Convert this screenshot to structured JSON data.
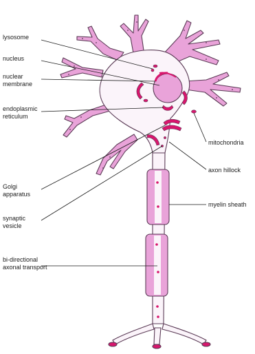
{
  "colors": {
    "membrane": "#e9a3d9",
    "cytoplasm": "#fbf4fa",
    "organelle": "#d8166d",
    "outline": "#5a3a55",
    "text": "#1a1a1a"
  },
  "labels": {
    "lysosome": "lysosome",
    "nucleus": "nucleus",
    "nuclear_membrane_1": "nuclear",
    "nuclear_membrane_2": "membrane",
    "er_1": "endoplasmic",
    "er_2": "reticulum",
    "mitochondria": "mitochondria",
    "axon_hillock": "axon hillock",
    "golgi_1": "Golgi",
    "golgi_2": "apparatus",
    "myelin_sheath": "myelin sheath",
    "synaptic_1": "synaptic",
    "synaptic_2": "vesicle",
    "transport_1": "bi-directional",
    "transport_2": "axonal transport"
  }
}
